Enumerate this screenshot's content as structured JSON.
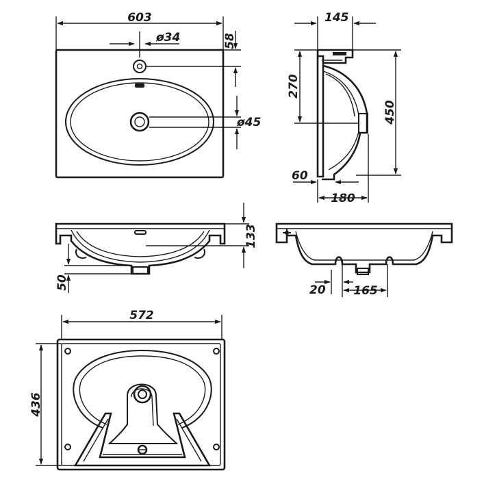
{
  "colors": {
    "ink": "#1a1a1a",
    "background": "#ffffff"
  },
  "dimensions": {
    "top_width": "603",
    "tap_hole": "ø34",
    "top_offset": "58",
    "drain": "ø45",
    "side_depth": "145",
    "side_height_upper": "270",
    "side_height": "450",
    "side_bottom": "60",
    "side_base": "180",
    "front_height": "133",
    "front_drop": "50",
    "rear_offset": "20",
    "rear_span": "165",
    "bottom_width": "572",
    "bottom_depth": "436"
  }
}
